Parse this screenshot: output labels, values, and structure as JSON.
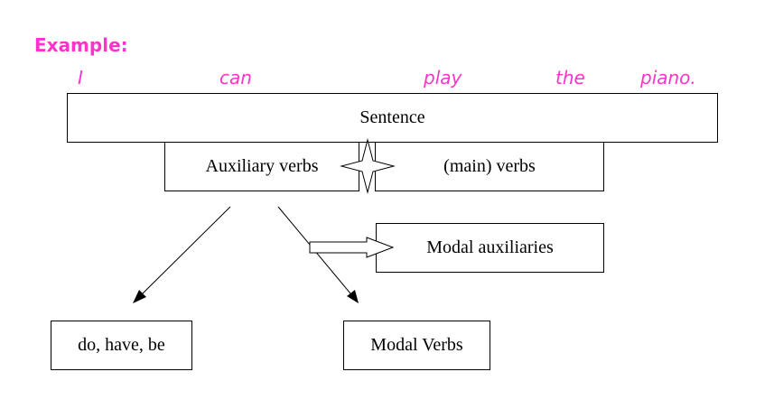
{
  "heading": "Example:",
  "sentence_words": [
    "I",
    "can",
    "play",
    "the",
    "piano."
  ],
  "boxes": {
    "sentence": "Sentence",
    "auxiliary": "Auxiliary verbs",
    "main_verbs": "(main) verbs",
    "modal_auxiliaries": "Modal auxiliaries",
    "do_have_be": "do, have, be",
    "modal_verbs": "Modal Verbs"
  },
  "colors": {
    "example_text": "#ff33cc",
    "lines": "#000000"
  }
}
